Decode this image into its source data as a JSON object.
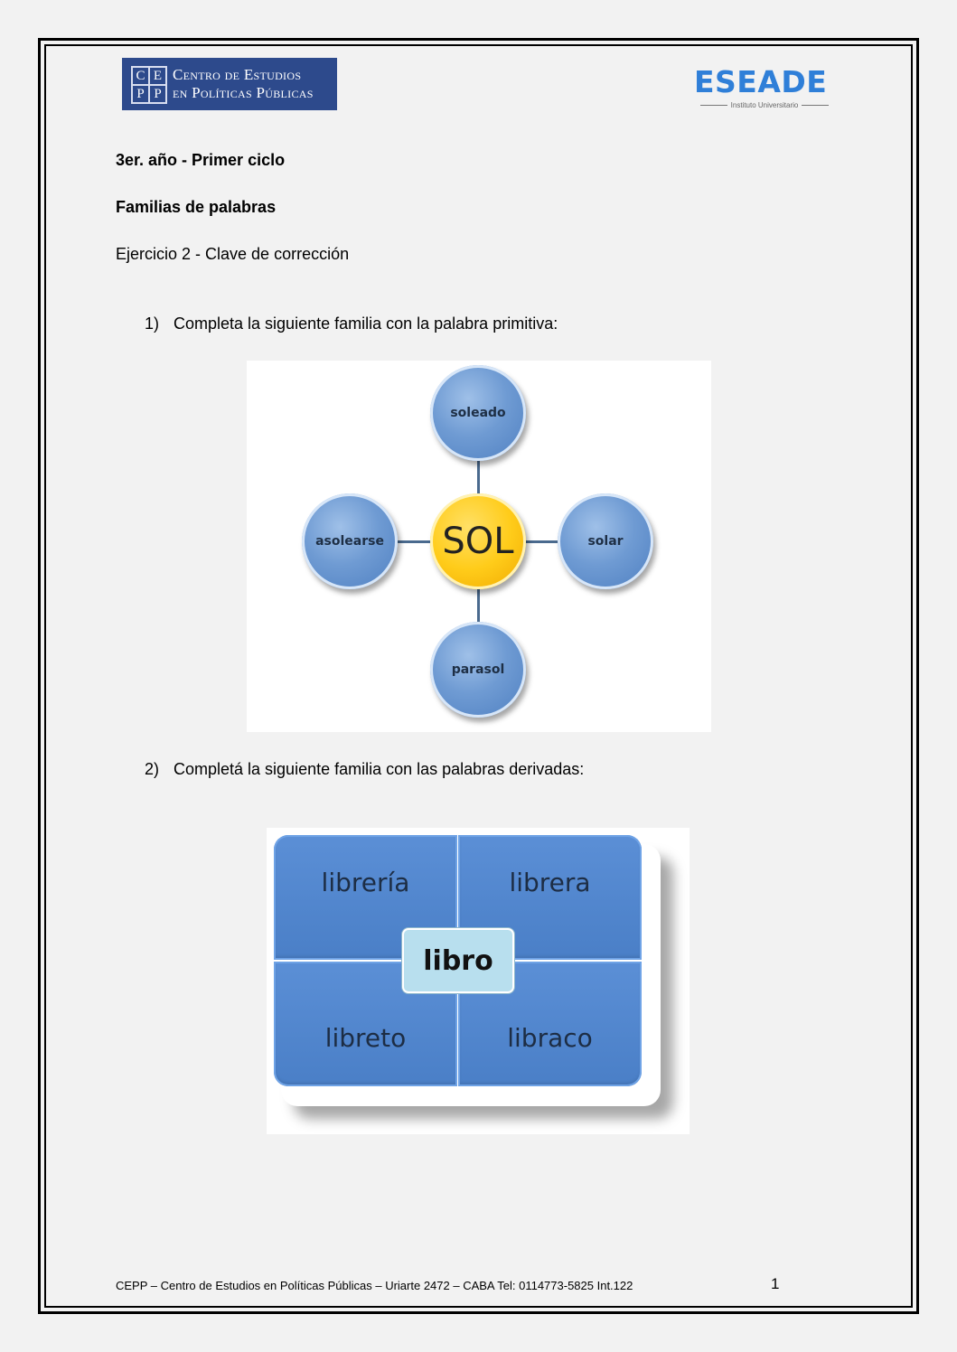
{
  "header": {
    "cepp_logo": {
      "grid_letters": [
        "C",
        "E",
        "P",
        "P"
      ],
      "line1": "Centro de Estudios",
      "line2": "en Políticas Públicas"
    },
    "eseade_logo": {
      "title": "ESEADE",
      "subtitle": "Instituto Universitario"
    }
  },
  "content": {
    "grade": "3er. año - Primer ciclo",
    "topic": "Familias de palabras",
    "exercise": "Ejercicio 2 - Clave de corrección",
    "item1": {
      "number": "1)",
      "text": "Completa la siguiente familia con la palabra primitiva:"
    },
    "item2": {
      "number": "2)",
      "text": "Completá la siguiente familia con las palabras derivadas:"
    }
  },
  "diagram1": {
    "center": "SOL",
    "top": "soleado",
    "left": "asolearse",
    "right": "solar",
    "bottom": "parasol"
  },
  "diagram2": {
    "center": "libro",
    "top_left": "librería",
    "top_right": "librera",
    "bottom_left": "libreto",
    "bottom_right": "libraco"
  },
  "footer": {
    "text": "CEPP – Centro de Estudios en Políticas Públicas – Uriarte 2472 – CABA Tel: 0114773-5825 Int.122",
    "page_number": "1"
  },
  "colors": {
    "background": "#f2f2f2",
    "cepp_blue": "#2d4a8c",
    "eseade_blue": "#2f7fd8",
    "bubble_blue": "#6f9bd3",
    "sun_yellow": "#ffcc1a",
    "quad_blue": "#4a7fc7",
    "center_box": "#b8dfee"
  }
}
